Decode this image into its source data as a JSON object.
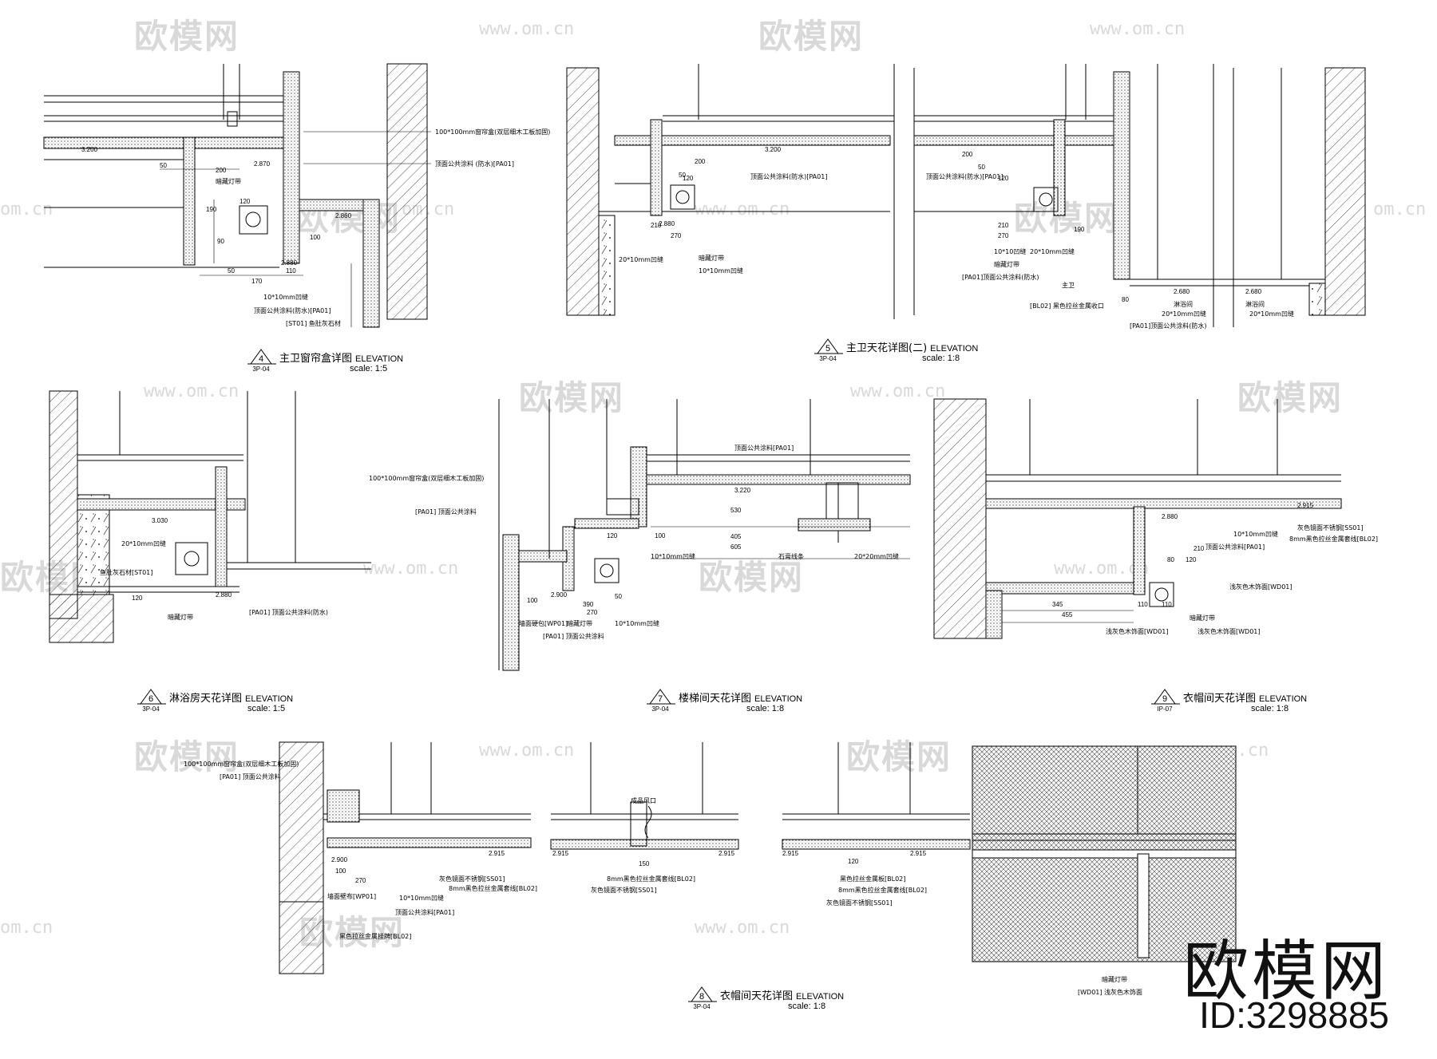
{
  "watermarks": {
    "logo_text": "欧模网",
    "url_text": "www.om.cn",
    "url_short": "om.cn"
  },
  "brand": {
    "logo_text": "欧模网",
    "id_text": "ID:3298885"
  },
  "details": [
    {
      "num": "4",
      "sheet": "3P-04",
      "title": "主卫窗帘盒详图",
      "elevation": "ELEVATION",
      "scale": "scale: 1:5",
      "notes": [
        "100*100mm窗帘盒(双层细木工板加固)",
        "顶面公共涂料 (防水)[PA01]",
        "暗藏灯带",
        "10*10mm凹缝",
        "顶面公共涂料(防水)[PA01]",
        "[ST01] 鱼肚灰石材"
      ],
      "dims": [
        "3.200",
        "50",
        "200",
        "2.870",
        "120",
        "190",
        "90",
        "2.880",
        "50",
        "170",
        "110",
        "100",
        "2.860"
      ]
    },
    {
      "num": "5",
      "sheet": "3P-04",
      "title": "主卫天花详图(二)",
      "elevation": "ELEVATION",
      "scale": "scale: 1:8",
      "notes": [
        "顶面公共涂料(防水)[PA01]",
        "20*10mm凹缝",
        "暗藏灯带",
        "10*10mm凹缝",
        "顶面公共涂料(防水)[PA01]",
        "10*10凹缝",
        "20*10mm凹缝",
        "暗藏灯带",
        "[PA01]顶面公共涂料(防水)",
        "主卫",
        "[BL02] 黑色拉丝金属收口",
        "淋浴间",
        "20*10mm凹缝",
        "[PA01]顶面公共涂料(防水)",
        "淋浴间",
        "20*10mm凹缝"
      ],
      "dims": [
        "200",
        "50",
        "120",
        "210",
        "270",
        "2.880",
        "3.200",
        "200",
        "50",
        "120",
        "210",
        "270",
        "190",
        "2.680",
        "80",
        "2.680"
      ]
    },
    {
      "num": "6",
      "sheet": "3P-04",
      "title": "淋浴房天花详图",
      "elevation": "ELEVATION",
      "scale": "scale: 1:5",
      "notes": [
        "20*10mm凹缝",
        "鱼肚灰石材[ST01]",
        "暗藏灯带",
        "[PA01] 顶面公共涂料(防水)"
      ],
      "dims": [
        "3.030",
        "120",
        "2.880"
      ]
    },
    {
      "num": "7",
      "sheet": "3P-04",
      "title": "楼梯间天花详图",
      "elevation": "ELEVATION",
      "scale": "scale: 1:8",
      "notes": [
        "顶面公共涂料[PA01]",
        "100*100mm窗帘盒(双层细木工板加固)",
        "[PA01] 顶面公共涂料",
        "10*10mm凹缝",
        "石膏线条",
        "20*20mm凹缝",
        "墙面硬包[WP01]",
        "暗藏灯带",
        "[PA01] 顶面公共涂料",
        "10*10mm凹缝"
      ],
      "dims": [
        "3.220",
        "530",
        "405",
        "605",
        "100",
        "120",
        "2.900",
        "390",
        "270",
        "50",
        "100"
      ]
    },
    {
      "num": "9",
      "sheet": "IP-07",
      "title": "衣帽间天花详图",
      "elevation": "ELEVATION",
      "scale": "scale: 1:8",
      "notes": [
        "灰色镜面不锈钢[SS01]",
        "8mm黑色拉丝金属套线[BL02]",
        "10*10mm凹缝",
        "顶面公共涂料[PA01]",
        "浅灰色木饰面[WD01]",
        "暗藏灯带",
        "浅灰色木饰面[WD01]",
        "浅灰色木饰面[WD01]"
      ],
      "dims": [
        "2.915",
        "2.880",
        "345",
        "455",
        "110",
        "110",
        "80",
        "120",
        "210"
      ]
    },
    {
      "num": "8",
      "sheet": "3P-04",
      "title": "衣帽间天花详图",
      "elevation": "ELEVATION",
      "scale": "scale: 1:8",
      "notes": [
        "100*100mm窗帘盒(双层细木工板加固)",
        "[PA01] 顶面公共涂料",
        "灰色镜面不锈钢[SS01]",
        "8mm黑色拉丝金属套线[BL02]",
        "墙面壁布[WP01]",
        "10*10mm凹缝",
        "顶面公共涂料[PA01]",
        "黑色拉丝金属挂牌[BL02]",
        "成品风口",
        "8mm黑色拉丝金属套线[BL02]",
        "灰色镜面不锈钢[SS01]",
        "黑色拉丝金属板[BL02]",
        "8mm黑色拉丝金属套线[BL02]",
        "灰色镜面不锈钢[SS01]",
        "暗藏灯带",
        "[WD01] 浅灰色木饰面"
      ],
      "dims": [
        "2.900",
        "100",
        "270",
        "2.915",
        "2.915",
        "2.915",
        "150",
        "2.915",
        "120",
        "2.915"
      ]
    }
  ]
}
